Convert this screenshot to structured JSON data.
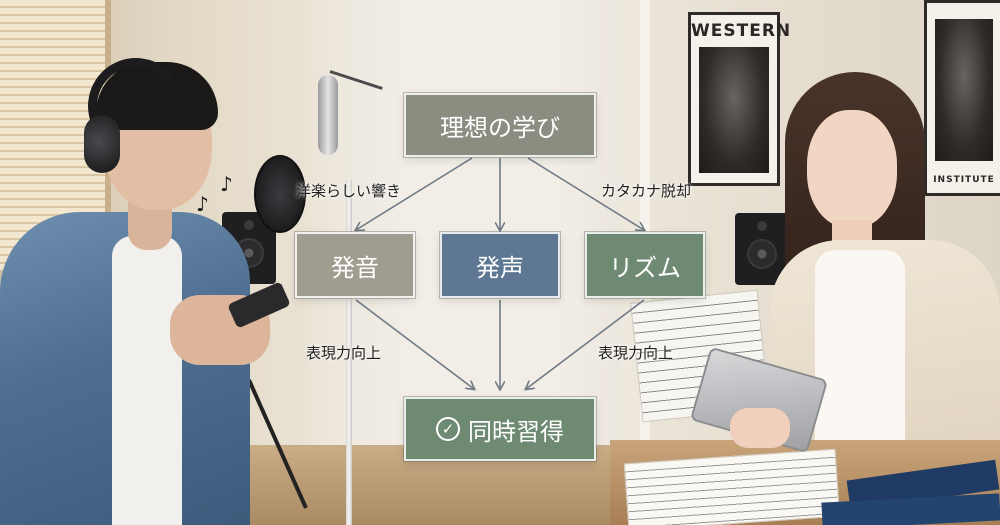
{
  "diagram": {
    "top_node": "理想の学び",
    "middle_nodes": [
      {
        "label": "発音"
      },
      {
        "label": "発声"
      },
      {
        "label": "リズム"
      }
    ],
    "bottom_node": "同時習得",
    "edge_labels": {
      "top_left": "洋楽らしい響き",
      "top_right": "カタカナ脱却",
      "bottom_left": "表現力向上",
      "bottom_right": "表現力向上"
    }
  },
  "scene": {
    "poster_left_text": "WESTERN",
    "poster_right_text": "INSTITUTE"
  },
  "colors": {
    "top_node": "#8b8d81",
    "node_pronunciation": "#a09c8f",
    "node_voice": "#5e7792",
    "node_rhythm": "#6f8a73",
    "bottom_node": "#6e8a72",
    "arrow": "#6f7a85"
  },
  "icons": {
    "bottom_node_icon": "check-circle-icon",
    "notes": "music-note-icon"
  }
}
